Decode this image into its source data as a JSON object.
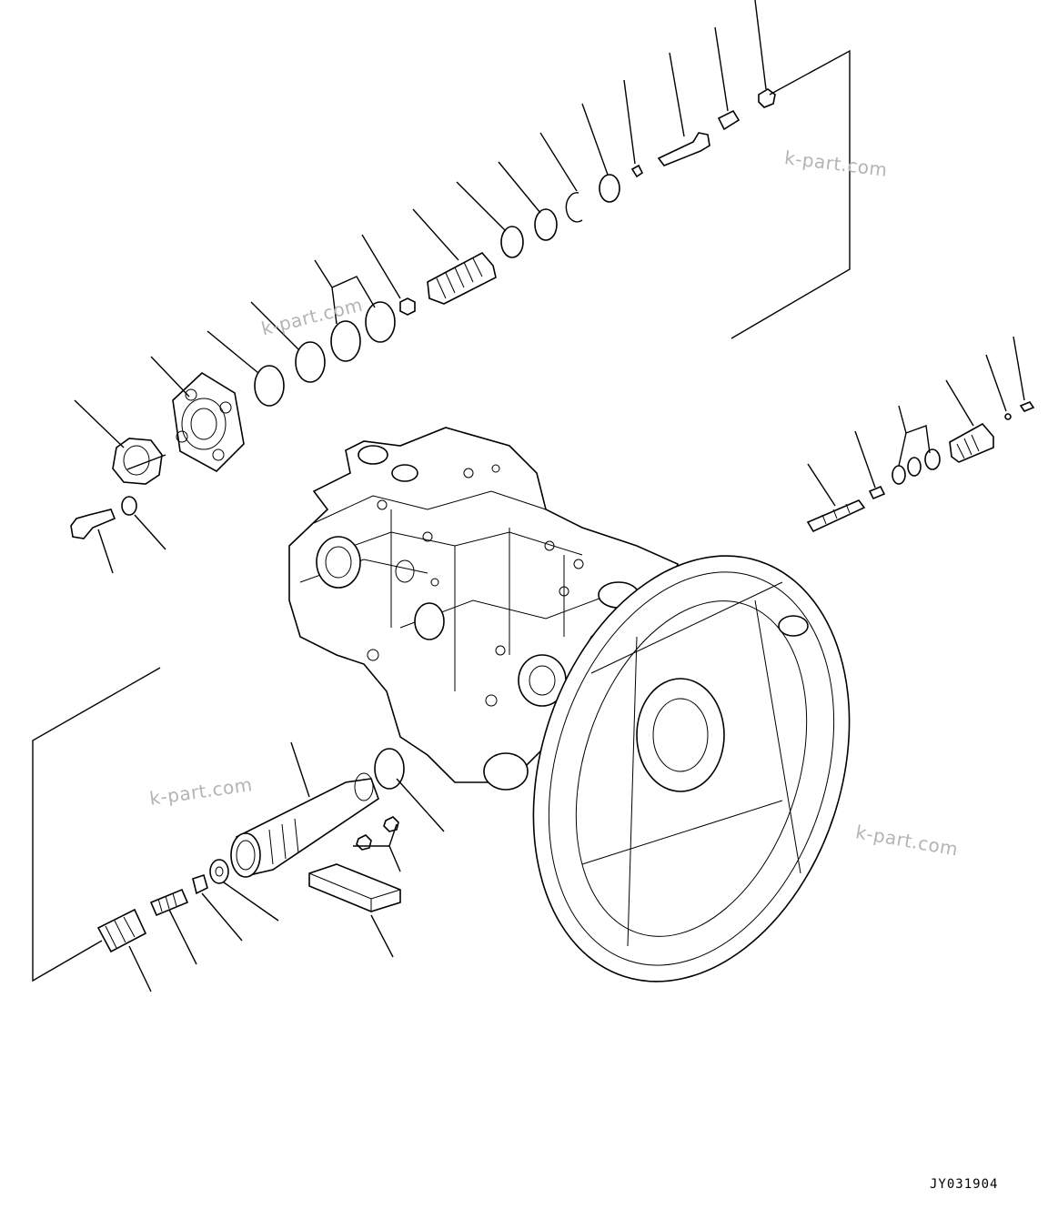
{
  "watermarks": [
    "k-part.com",
    "k-part.com",
    "k-part.com",
    "k-part.com"
  ],
  "drawing_code": "JY031904",
  "colors": {
    "line": "#000000",
    "background": "#ffffff",
    "watermark": "#b4b4b4"
  }
}
